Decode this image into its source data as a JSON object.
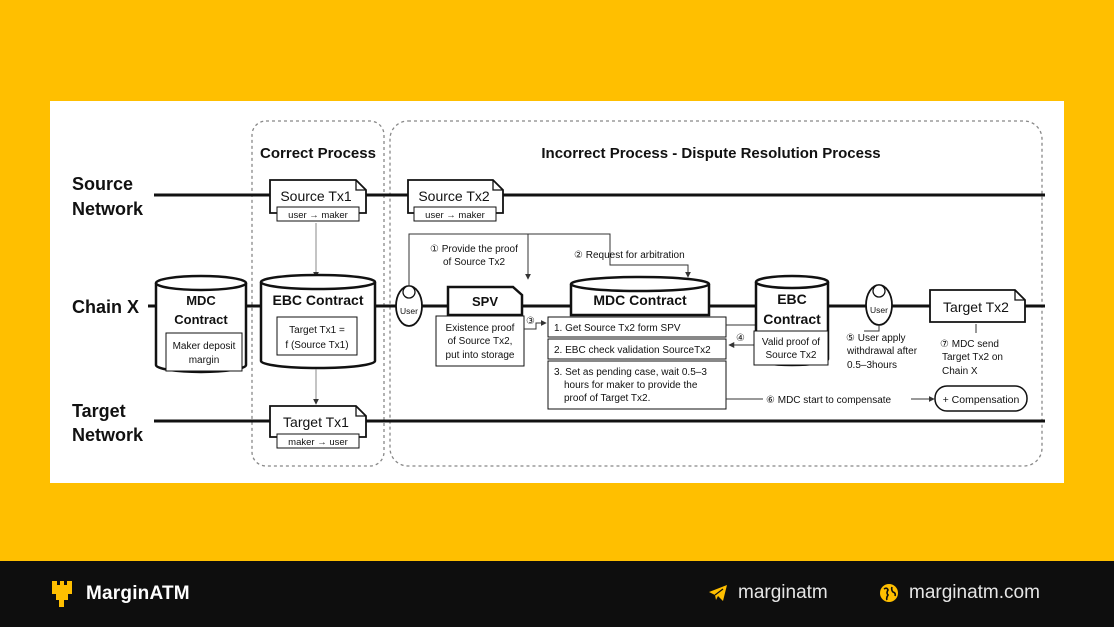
{
  "diagram": {
    "section_correct": "Correct Process",
    "section_incorrect": "Incorrect Process - Dispute Resolution Process",
    "lane_source_1": "Source",
    "lane_source_2": "Network",
    "lane_chain": "Chain X",
    "lane_target_1": "Target",
    "lane_target_2": "Network",
    "mdc_left_1": "MDC",
    "mdc_left_2": "Contract",
    "mdc_left_note_1": "Maker deposit",
    "mdc_left_note_2": "margin",
    "source_tx1_title": "Source Tx1",
    "source_tx1_sub": "user → maker",
    "ebc_contract_title": "EBC Contract",
    "ebc_note_1": "Target Tx1 =",
    "ebc_note_2": "f (Source Tx1)",
    "target_tx1_title": "Target Tx1",
    "target_tx1_sub": "maker → user",
    "source_tx2_title": "Source Tx2",
    "source_tx2_sub": "user → maker",
    "user_label": "User",
    "step1_a": "① Provide the proof",
    "step1_b": "of Source Tx2",
    "step2": "② Request for arbitration",
    "spv_title": "SPV",
    "spv_note_1": "Existence proof",
    "spv_note_2": "of Source Tx2,",
    "spv_note_3": "put into storage",
    "step3": "③",
    "mdc_center_title": "MDC Contract",
    "mdc_item_1": "1. Get Source Tx2 form SPV",
    "mdc_item_2": "2. EBC check validation SourceTx2",
    "mdc_item_3a": "3. Set as pending case, wait 0.5–3",
    "mdc_item_3b": "hours for maker to provide the",
    "mdc_item_3c": "proof of Target Tx2.",
    "step4": "④",
    "ebc_right_1": "EBC",
    "ebc_right_2": "Contract",
    "ebc_right_note_1": "Valid proof of",
    "ebc_right_note_2": "Source Tx2",
    "step5_a": "⑤ User apply",
    "step5_b": "withdrawal after",
    "step5_c": "0.5–3hours",
    "target_tx2_title": "Target Tx2",
    "step7_a": "⑦ MDC send",
    "step7_b": "Target Tx2 on",
    "step7_c": "Chain X",
    "step6": "⑥ MDC start to compensate",
    "compensation": "+ Compensation"
  },
  "footer": {
    "brand": "MarginATM",
    "telegram": "marginatm",
    "website": "marginatm.com"
  },
  "colors": {
    "background": "#FFBF00",
    "footer": "#0E0E0E",
    "panel": "#FFFFFF",
    "brand_icon": "#FFBF00"
  }
}
